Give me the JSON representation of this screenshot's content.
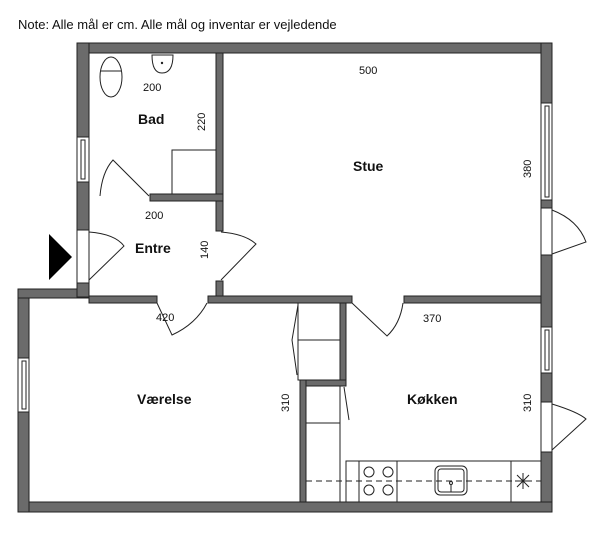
{
  "note": "Note: Alle mål er cm. Alle mål og inventar er vejledende",
  "rooms": {
    "bad": {
      "label": "Bad",
      "width": "200",
      "depth": "220"
    },
    "entre": {
      "label": "Entre",
      "width": "200",
      "depth": "140"
    },
    "stue": {
      "label": "Stue",
      "width": "500",
      "depth": "380"
    },
    "vaerelse": {
      "label": "Værelse",
      "width": "420",
      "depth": "310"
    },
    "kokken": {
      "label": "Køkken",
      "width": "370",
      "depth": "310"
    }
  }
}
